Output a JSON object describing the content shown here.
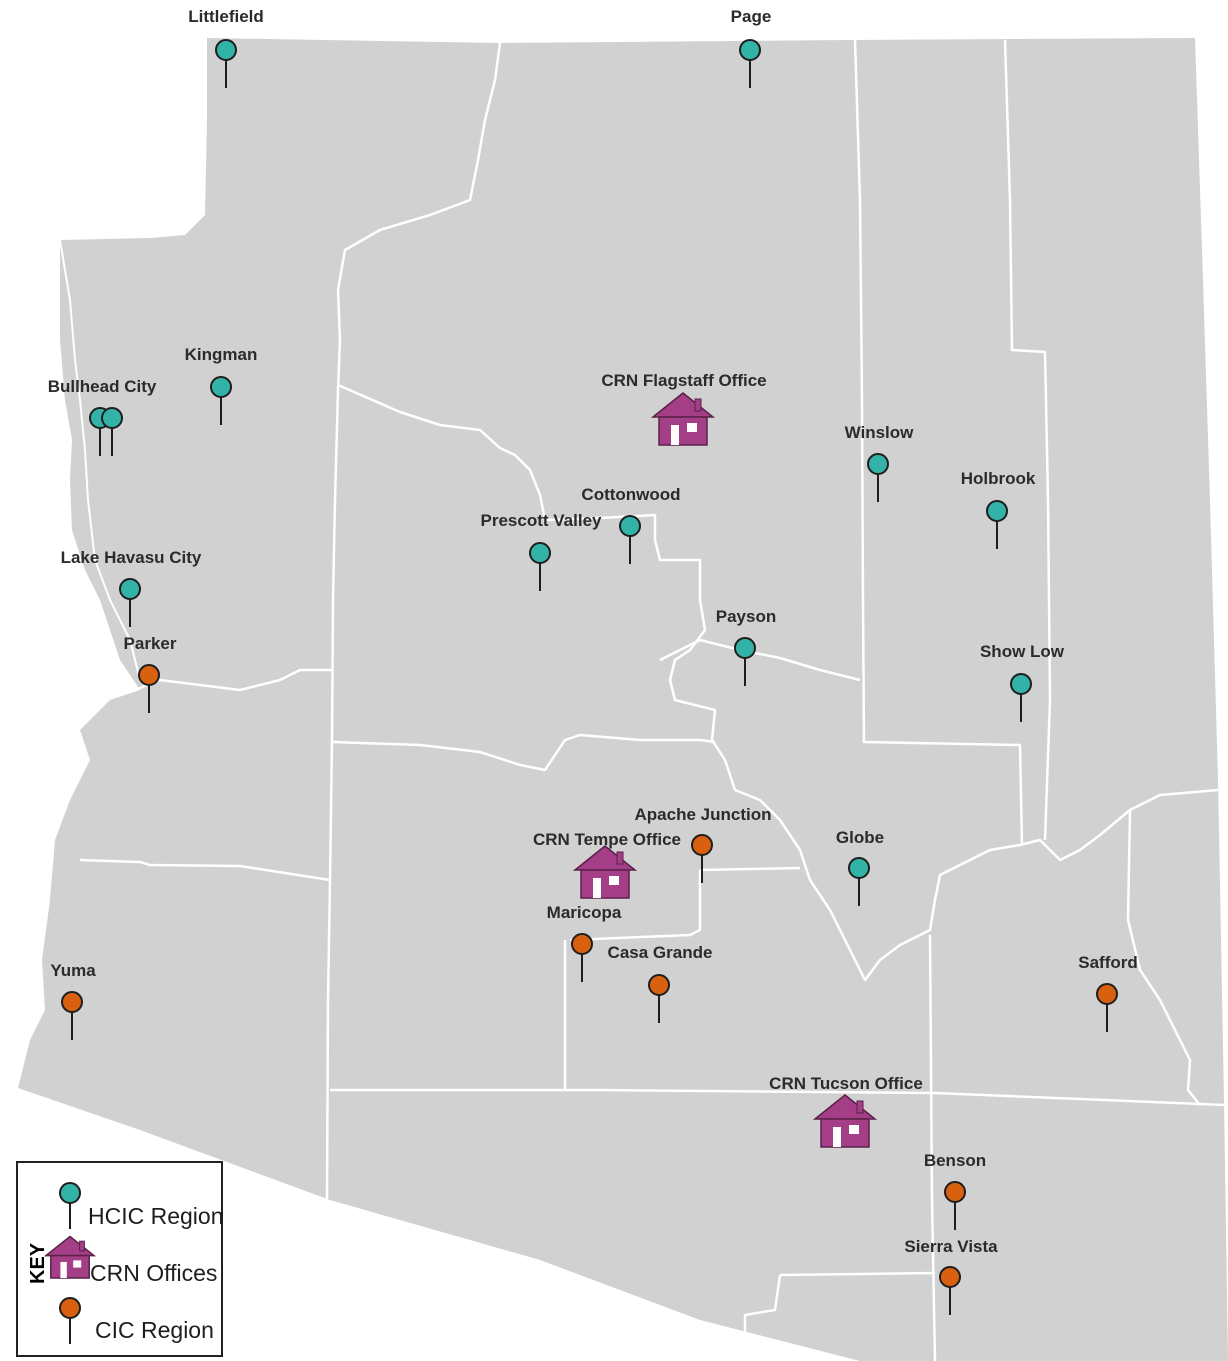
{
  "colors": {
    "map_fill": "#d1d1d1",
    "county_border": "#ffffff",
    "hcic": "#33b3a8",
    "cic": "#d9600f",
    "crn": "#a43f87",
    "pin_stroke": "#1e1e1e"
  },
  "markers": [
    {
      "type": "hcic",
      "label": "Littlefield"
    },
    {
      "type": "hcic",
      "label": "Page"
    },
    {
      "type": "hcic",
      "label": "Kingman"
    },
    {
      "type": "hcic",
      "label": "Bullhead City"
    },
    {
      "type": "hcic",
      "label": ""
    },
    {
      "type": "crn",
      "label": "CRN Flagstaff Office"
    },
    {
      "type": "hcic",
      "label": "Winslow"
    },
    {
      "type": "hcic",
      "label": "Holbrook"
    },
    {
      "type": "hcic",
      "label": "Cottonwood"
    },
    {
      "type": "hcic",
      "label": "Prescott Valley"
    },
    {
      "type": "hcic",
      "label": "Lake Havasu City"
    },
    {
      "type": "cic",
      "label": "Parker"
    },
    {
      "type": "hcic",
      "label": "Payson"
    },
    {
      "type": "hcic",
      "label": "Show Low"
    },
    {
      "type": "cic",
      "label": "Apache Junction"
    },
    {
      "type": "crn",
      "label": "CRN Tempe Office"
    },
    {
      "type": "hcic",
      "label": "Globe"
    },
    {
      "type": "cic",
      "label": "Maricopa"
    },
    {
      "type": "cic",
      "label": "Casa Grande"
    },
    {
      "type": "cic",
      "label": "Yuma"
    },
    {
      "type": "cic",
      "label": "Safford"
    },
    {
      "type": "crn",
      "label": "CRN Tucson Office"
    },
    {
      "type": "cic",
      "label": "Benson"
    },
    {
      "type": "cic",
      "label": "Sierra Vista"
    }
  ],
  "key": {
    "title": "KEY",
    "items": [
      {
        "type": "hcic",
        "label": "HCIC Region"
      },
      {
        "type": "crn",
        "label": "CRN Offices"
      },
      {
        "type": "cic",
        "label": "CIC Region"
      }
    ]
  }
}
